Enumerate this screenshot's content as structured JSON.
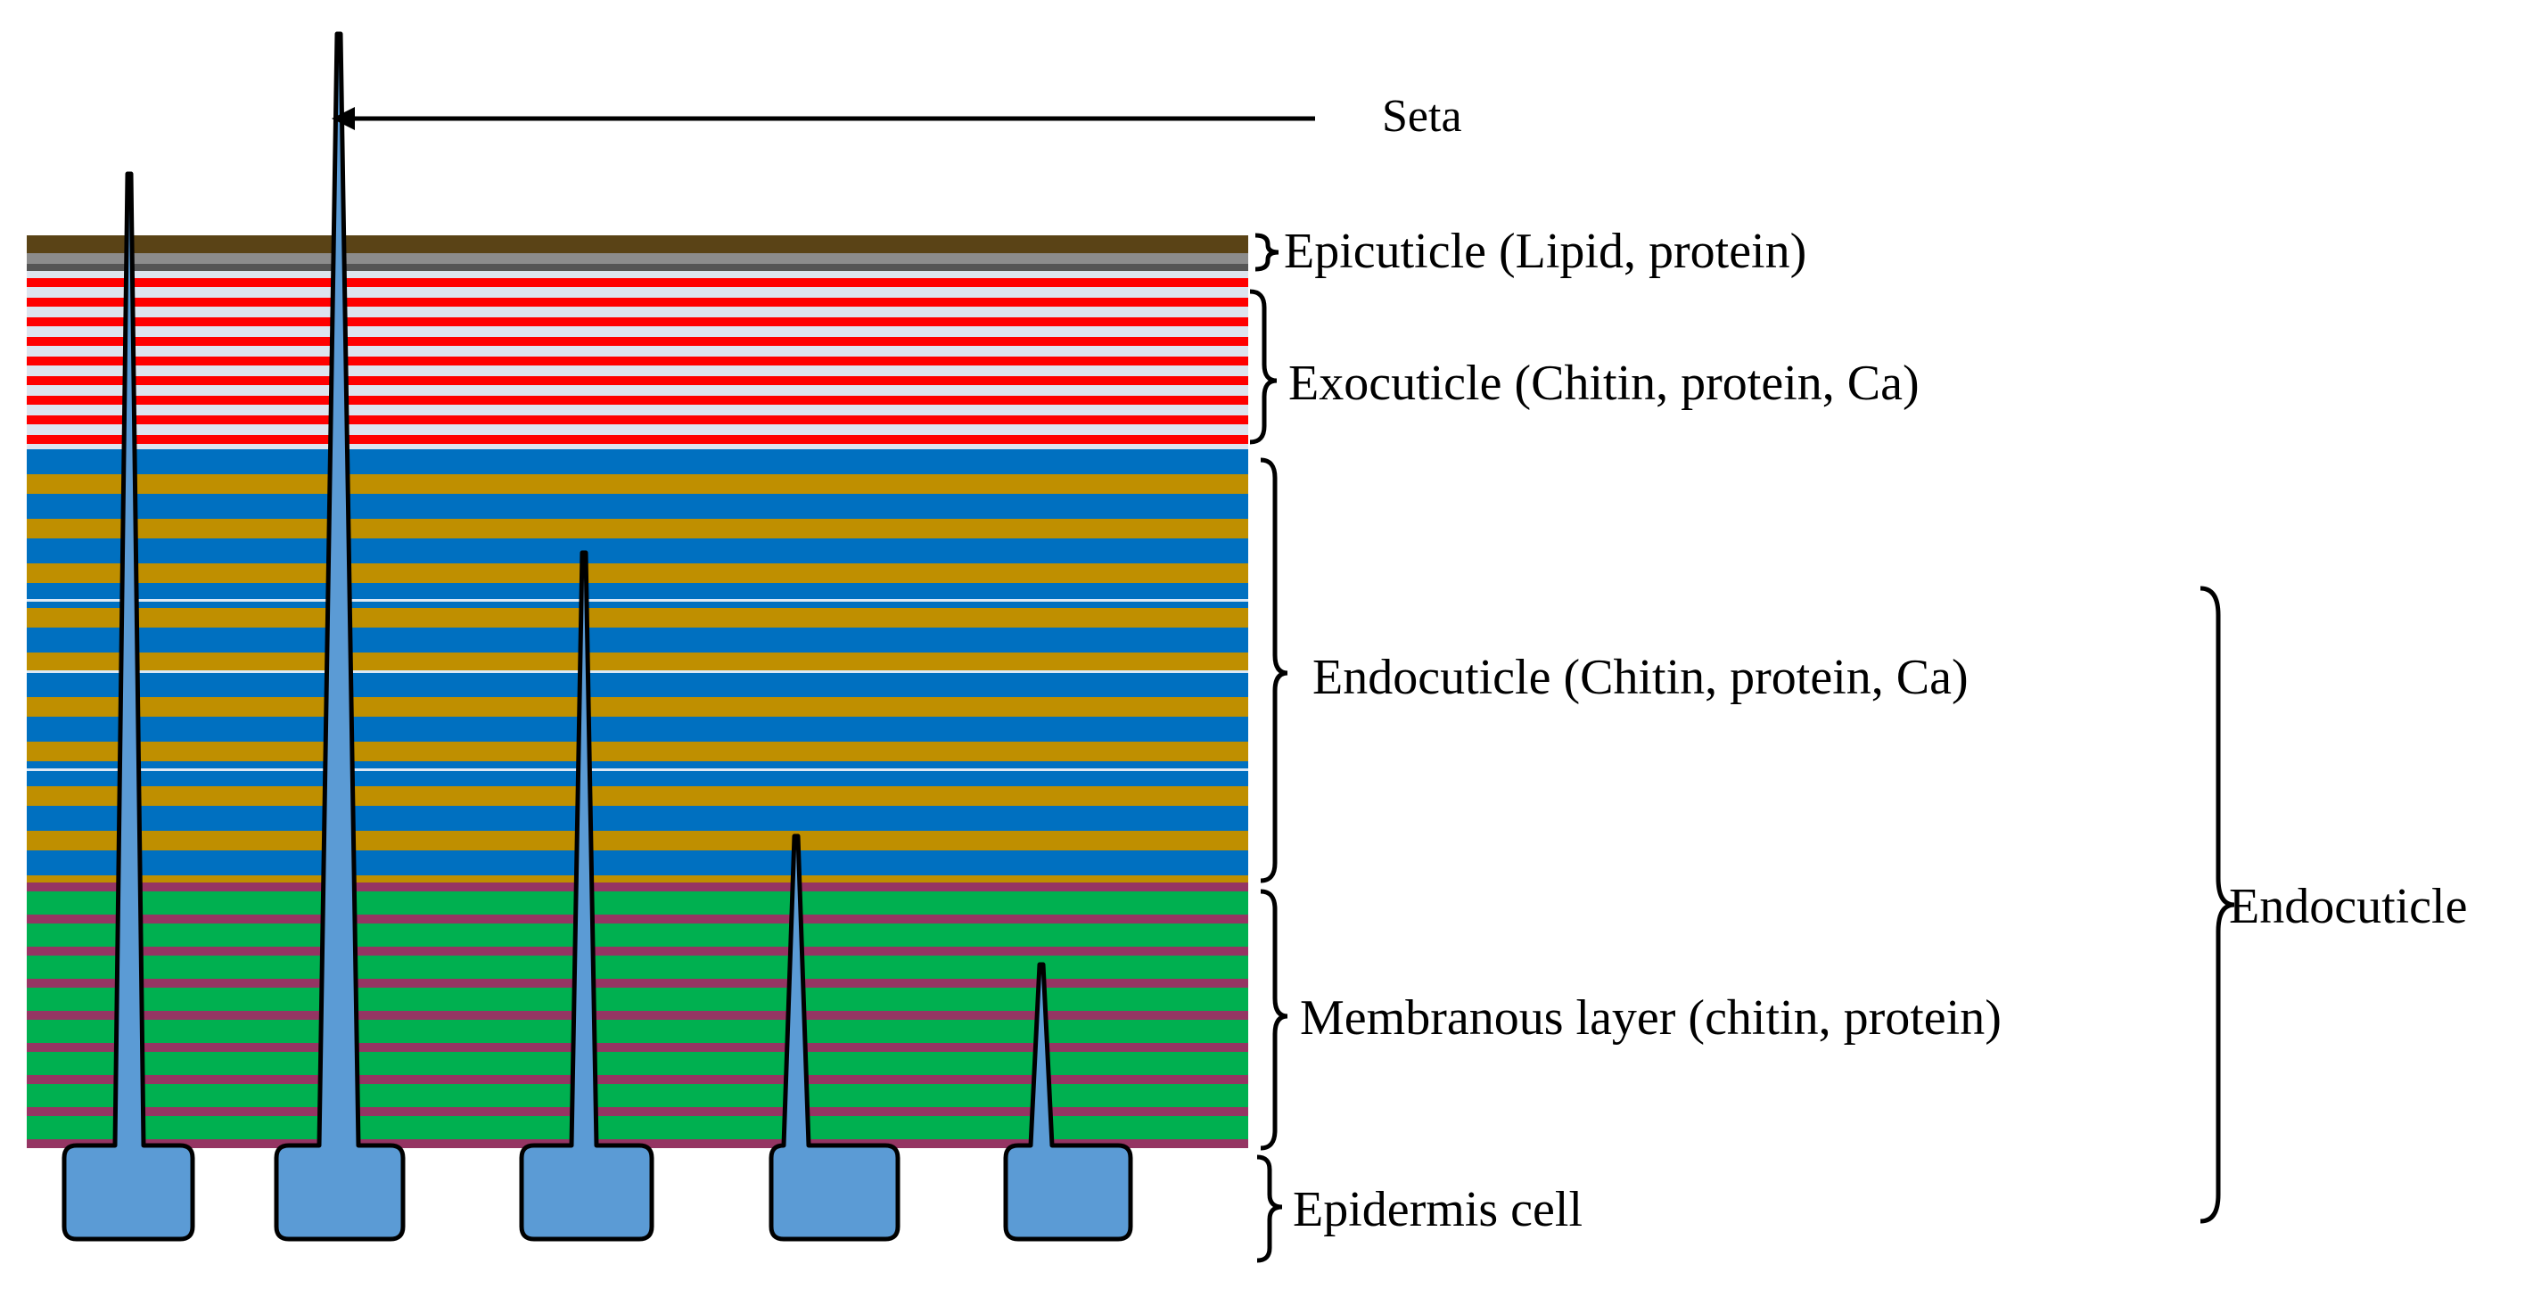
{
  "diagram": {
    "seta_label": "Seta",
    "layers": [
      {
        "id": "epicuticle",
        "label": "Epicuticle (Lipid, protein)"
      },
      {
        "id": "exocuticle",
        "label": "Exocuticle (Chitin, protein, Ca)"
      },
      {
        "id": "endocuticle",
        "label": "Endocuticle (Chitin, protein, Ca)"
      },
      {
        "id": "membranous",
        "label": "Membranous layer (chitin, protein)"
      },
      {
        "id": "epidermis",
        "label": "Epidermis cell"
      }
    ],
    "group_label": "Endocuticle"
  },
  "colors": {
    "epicuticle_brown": "#5a4316",
    "epicuticle_gray": "#8c8c8c",
    "exocuticle_red": "#ff0000",
    "exocuticle_light": "#dde4ef",
    "endocuticle_gold": "#bf8f00",
    "endocuticle_blue": "#0070c0",
    "membranous_green": "#00b050",
    "membranous_purple": "#953563",
    "seta_fill": "#5b9bd5",
    "outline": "#000000"
  }
}
